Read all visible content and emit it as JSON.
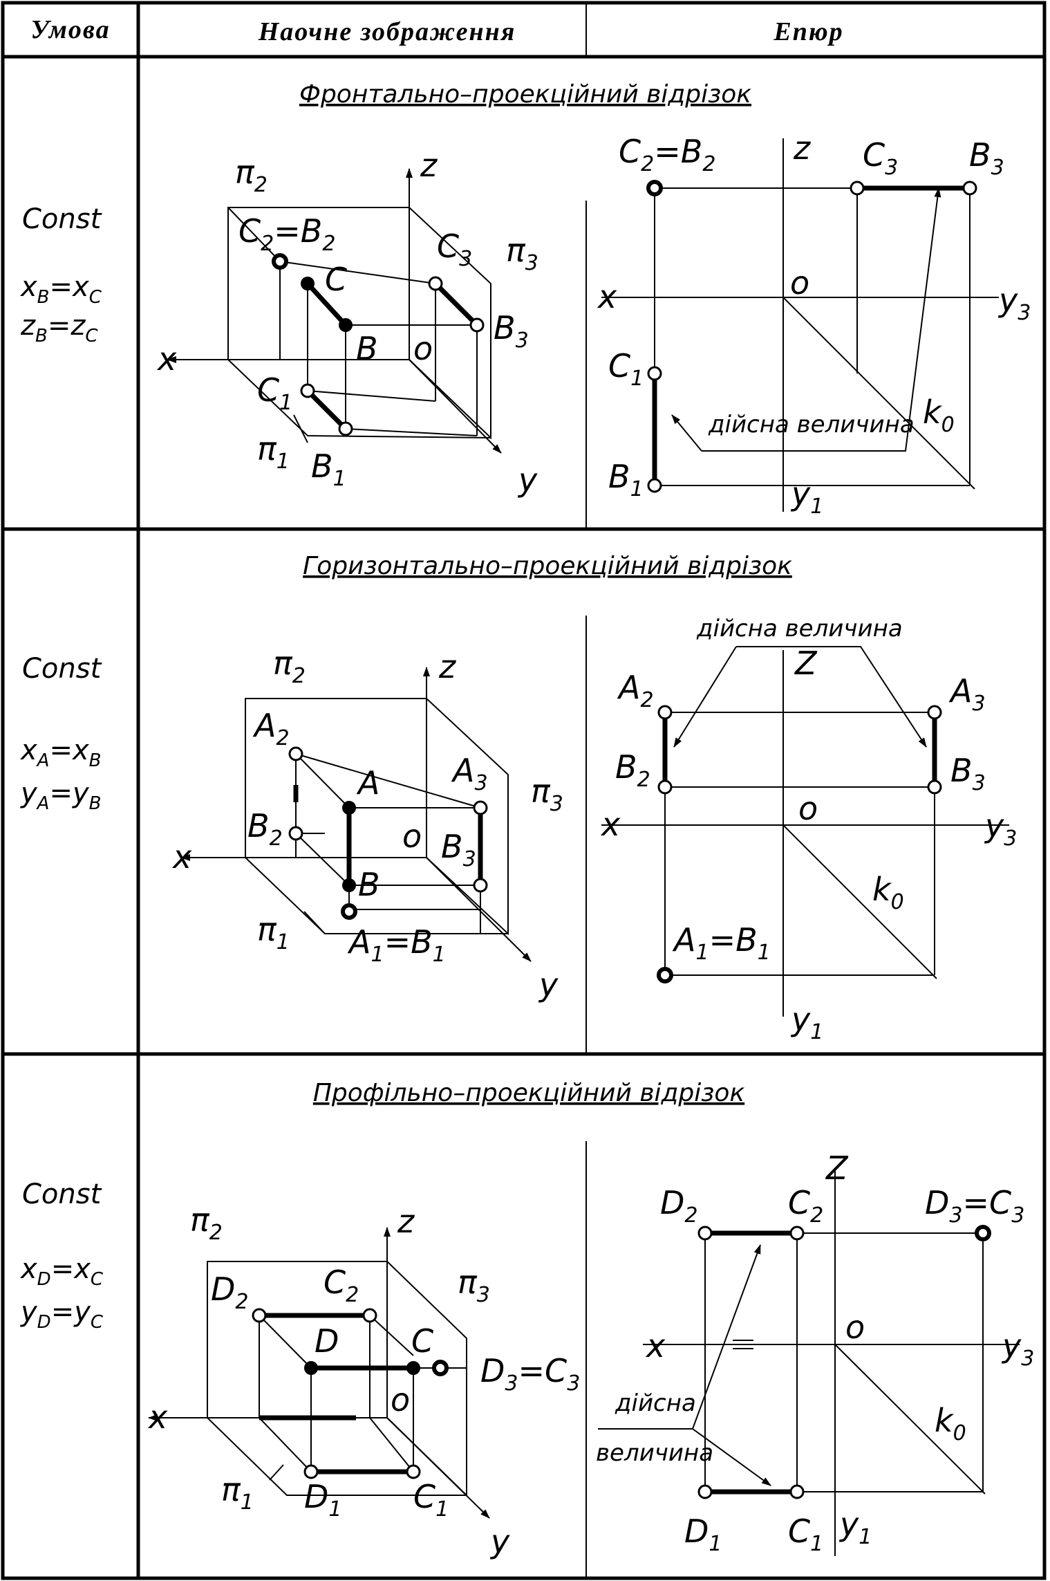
{
  "headers": {
    "condition": "Умова",
    "visual": "Наочне зображення",
    "diagram": "Епюр"
  },
  "rows": [
    {
      "title": "Фронтально–проекційний відрізок",
      "condition": {
        "const": "Const",
        "eq1": "x",
        "eq1s1": "B",
        "eq1m": "=x",
        "eq1s2": "C",
        "eq2": "z",
        "eq2s1": "B",
        "eq2m": "=z",
        "eq2s2": "C"
      },
      "visual": {
        "pi2": "π",
        "pi2s": "2",
        "pi3": "π",
        "pi3s": "3",
        "pi1": "π",
        "pi1s": "1",
        "z": "z",
        "x": "x",
        "y": "y",
        "o": "o",
        "c2b2": "C",
        "c2b2s": "2",
        "c2b2m": "=B",
        "c2b2s2": "2",
        "c3": "C",
        "c3s": "3",
        "b3": "B",
        "b3s": "3",
        "c": "C",
        "b": "B",
        "c1": "C",
        "c1s": "1",
        "b1": "B",
        "b1s": "1"
      },
      "diagram": {
        "c2b2": "C",
        "c2b2s": "2",
        "c2b2m": "=B",
        "c2b2s2": "2",
        "z": "z",
        "c3": "C",
        "c3s": "3",
        "b3": "B",
        "b3s": "3",
        "x": "x",
        "o": "o",
        "y3": "y",
        "y3s": "3",
        "c1": "C",
        "c1s": "1",
        "b1": "B",
        "b1s": "1",
        "note": "дійсна величина",
        "k0": "k",
        "k0s": "0",
        "y1": "y",
        "y1s": "1"
      }
    },
    {
      "title": "Горизонтально–проекційний відрізок",
      "condition": {
        "const": "Const",
        "eq1": "x",
        "eq1s1": "A",
        "eq1m": "=x",
        "eq1s2": "B",
        "eq2": "y",
        "eq2s1": "A",
        "eq2m": "=y",
        "eq2s2": "B"
      },
      "visual": {
        "pi2": "π",
        "pi2s": "2",
        "pi3": "π",
        "pi3s": "3",
        "pi1": "π",
        "pi1s": "1",
        "z": "z",
        "x": "x",
        "y": "y",
        "o": "o",
        "a2": "A",
        "a2s": "2",
        "b2": "B",
        "b2s": "2",
        "a": "A",
        "b": "B",
        "a3": "A",
        "a3s": "3",
        "b3": "B",
        "b3s": "3",
        "a1b1": "A",
        "a1b1s": "1",
        "a1b1m": "=B",
        "a1b1s2": "1"
      },
      "diagram": {
        "note": "дійсна величина",
        "z": "Z",
        "a2": "A",
        "a2s": "2",
        "b2": "B",
        "b2s": "2",
        "a3": "A",
        "a3s": "3",
        "b3": "B",
        "b3s": "3",
        "x": "x",
        "o": "o",
        "y3": "y",
        "y3s": "3",
        "k0": "k",
        "k0s": "0",
        "a1b1": "A",
        "a1b1s": "1",
        "a1b1m": "=B",
        "a1b1s2": "1",
        "y1": "y",
        "y1s": "1"
      }
    },
    {
      "title": "Профільно–проекційний відрізок",
      "condition": {
        "const": "Const",
        "eq1": "x",
        "eq1s1": "D",
        "eq1m": "=x",
        "eq1s2": "C",
        "eq2": "y",
        "eq2s1": "D",
        "eq2m": "=y",
        "eq2s2": "C"
      },
      "visual": {
        "pi2": "π",
        "pi2s": "2",
        "pi3": "π",
        "pi3s": "3",
        "pi1": "π",
        "pi1s": "1",
        "z": "z",
        "x": "x",
        "y": "y",
        "o": "o",
        "d2": "D",
        "d2s": "2",
        "c2": "C",
        "c2s": "2",
        "d": "D",
        "c": "C",
        "d3c3": "D",
        "d3c3s": "3",
        "d3c3m": "=C",
        "d3c3s2": "3",
        "d1": "D",
        "d1s": "1",
        "c1": "C",
        "c1s": "1"
      },
      "diagram": {
        "z": "Z",
        "d2": "D",
        "d2s": "2",
        "c2": "C",
        "c2s": "2",
        "d3c3": "D",
        "d3c3s": "3",
        "d3c3m": "=C",
        "d3c3s2": "3",
        "x": "x",
        "o": "o",
        "y3": "y",
        "y3s": "3",
        "note1": "дійсна",
        "note2": "величина",
        "k0": "k",
        "k0s": "0",
        "d1": "D",
        "d1s": "1",
        "c1": "C",
        "c1s": "1",
        "y1": "y",
        "y1s": "1"
      }
    }
  ]
}
